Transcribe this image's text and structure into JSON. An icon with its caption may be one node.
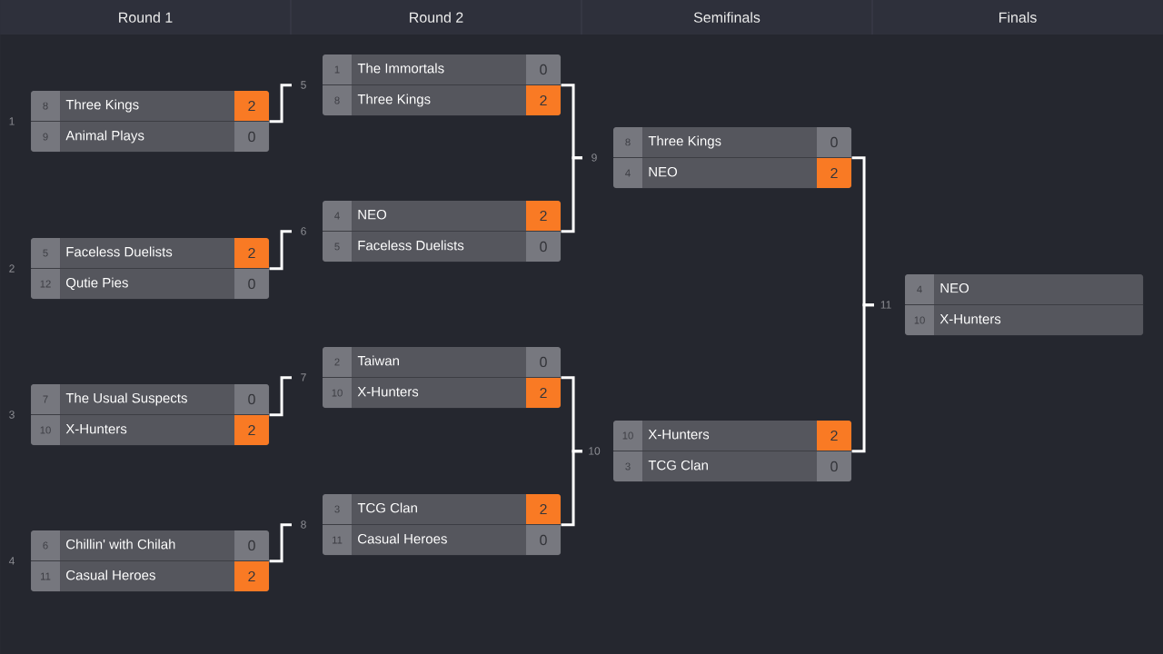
{
  "diagram": {
    "nodes": [
      {
        "text": [
          "8",
          "Three Kings",
          "2",
          "9",
          "Animal Plays",
          "0"
        ],
        "beside": [
          "1"
        ]
      },
      {
        "text": [
          "5",
          "Faceless Duelists",
          "2",
          "12",
          "Qutie Pies",
          "0"
        ],
        "beside": [
          "2"
        ]
      },
      {
        "text": [
          "7",
          "The Usual Suspects",
          "0",
          "10",
          "X-Hunters",
          "2"
        ],
        "beside": [
          "3"
        ]
      },
      {
        "text": [
          "6",
          "Chillin' with Chilah",
          "0",
          "11",
          "Casual Heroes",
          "2"
        ],
        "beside": [
          "4"
        ]
      },
      {
        "text": [
          "1",
          "The Immortals",
          "0",
          "8",
          "Three Kings",
          "2"
        ],
        "beside": [
          "5"
        ]
      },
      {
        "text": [
          "4",
          "NEO",
          "2",
          "5",
          "Faceless Duelists",
          "0"
        ],
        "beside": [
          "6"
        ]
      },
      {
        "text": [
          "2",
          "Taiwan",
          "0",
          "10",
          "X-Hunters",
          "2"
        ],
        "beside": [
          "7"
        ]
      },
      {
        "text": [
          "3",
          "TCG Clan",
          "2",
          "11",
          "Casual Heroes",
          "0"
        ],
        "beside": [
          "8"
        ]
      },
      {
        "text": [
          "8",
          "Three Kings",
          "0",
          "4",
          "NEO",
          "2"
        ],
        "beside": [
          "9"
        ]
      },
      {
        "text": [
          "10",
          "X-Hunters",
          "2",
          "3",
          "TCG Clan",
          "0"
        ],
        "beside": [
          "10"
        ]
      },
      {
        "text": [
          "4",
          "NEO",
          "10",
          "X-Hunters"
        ],
        "beside": [
          "11"
        ]
      }
    ],
    "edges": [
      {
        "from": 0,
        "to": 4,
        "arrow": "none"
      },
      {
        "from": 1,
        "to": 5,
        "arrow": "none"
      },
      {
        "from": 2,
        "to": 6,
        "arrow": "none"
      },
      {
        "from": 3,
        "to": 7,
        "arrow": "none"
      },
      {
        "from": 4,
        "to": 8,
        "arrow": "none"
      },
      {
        "from": 5,
        "to": 8,
        "arrow": "none"
      },
      {
        "from": 6,
        "to": 9,
        "arrow": "none"
      },
      {
        "from": 7,
        "to": 9,
        "arrow": "none"
      },
      {
        "from": 8,
        "to": 10,
        "arrow": "none"
      },
      {
        "from": 9,
        "to": 10,
        "arrow": "none"
      }
    ],
    "labels": [
      "Round 1",
      "Round 2",
      "Semifinals",
      "Finals"
    ]
  }
}
